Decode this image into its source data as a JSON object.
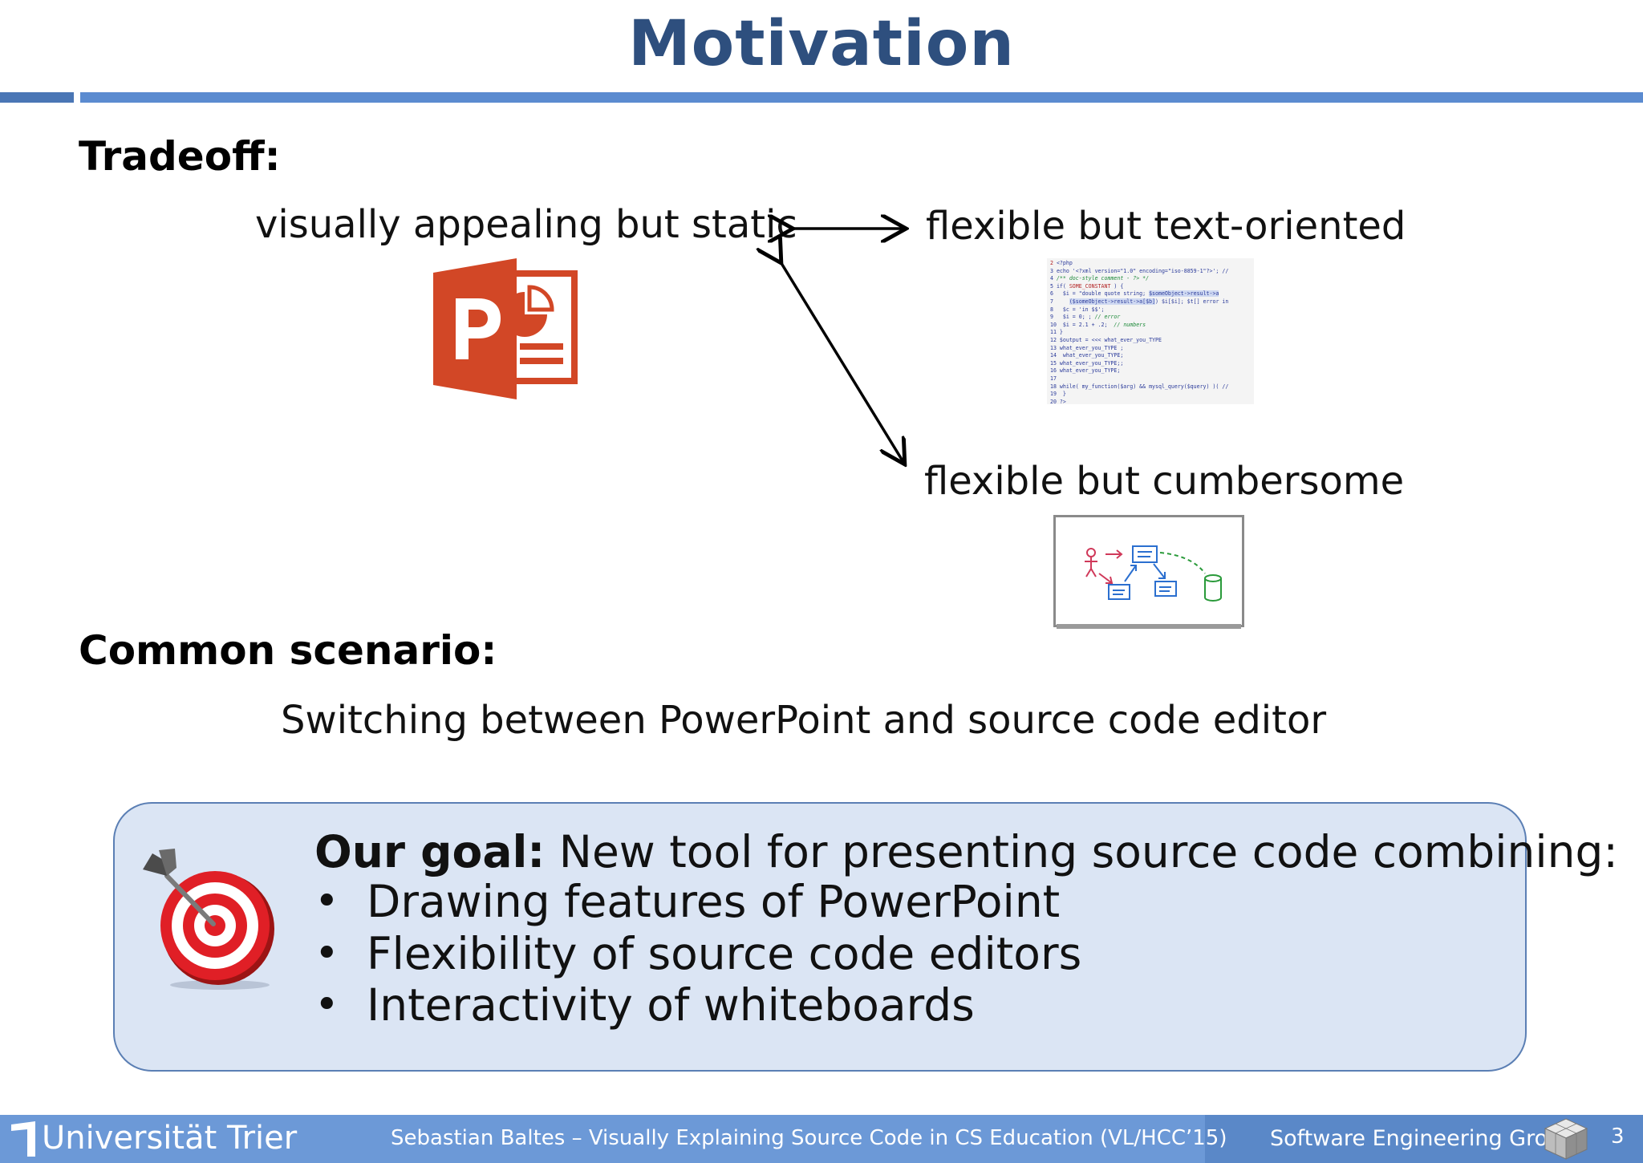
{
  "slide": {
    "title": "Motivation",
    "tradeoff_heading": "Tradeoff:",
    "left_label": "visually appealing but static",
    "right_top_label": "flexible but text-oriented",
    "right_bottom_label": "flexible but cumbersome",
    "common_heading": "Common scenario:",
    "common_text": "Switching between PowerPoint and source code editor"
  },
  "goal": {
    "prefix": "Our goal:",
    "text": "New tool for presenting source code combining:",
    "bullet_char": "•",
    "bullets": [
      "Drawing features of PowerPoint",
      "Flexibility of source code editors",
      "Interactivity of whiteboards"
    ]
  },
  "footer": {
    "university": "Universität Trier",
    "center": "Sebastian Baltes – Visually Explaining Source Code in CS Education (VL/HCC’15)",
    "group": "Software Engineering Group",
    "page": "3"
  },
  "colors": {
    "title": "#2e4f7e",
    "accent_bar": "#5b8bd0",
    "goal_box_bg": "#dbe5f4",
    "goal_box_border": "#5b7fb4",
    "footer_bg": "#6c99d7",
    "powerpoint_orange": "#d24726"
  },
  "icons": [
    "powerpoint-logo-icon",
    "code-editor-thumbnail",
    "whiteboard-icon",
    "dart-target-icon",
    "university-logo-icon",
    "cube-logo-icon"
  ]
}
